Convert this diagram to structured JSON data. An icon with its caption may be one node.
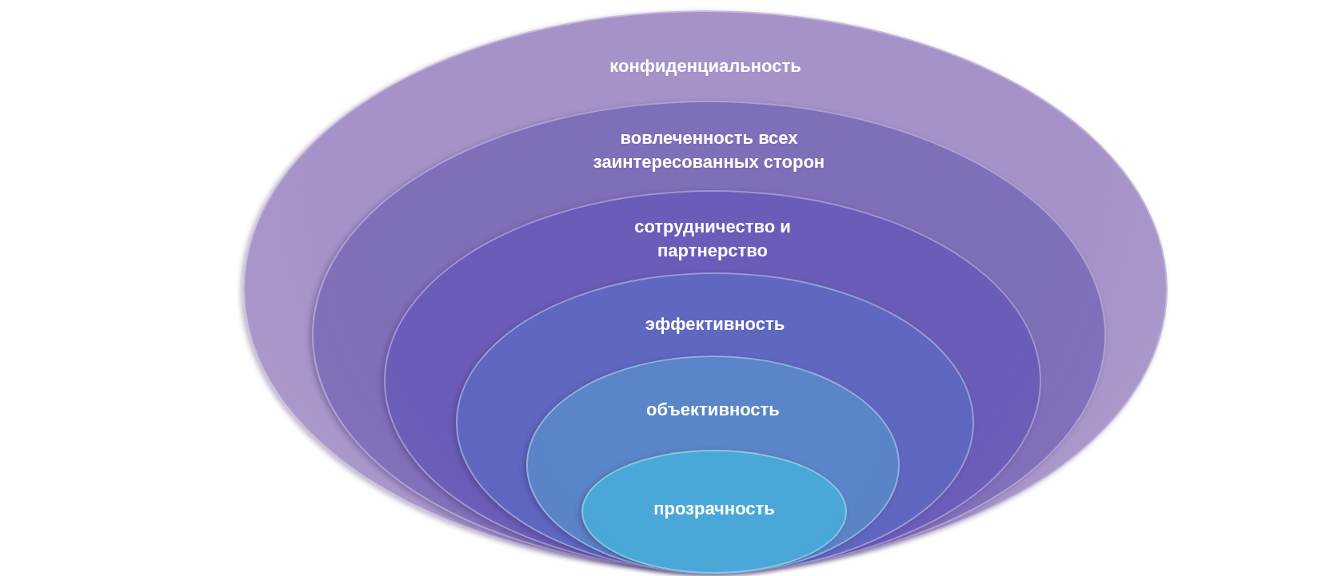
{
  "diagram": {
    "nodes": [
      {
        "text": [
          "конфиденциальность"
        ]
      },
      {
        "text": [
          "вовлеченность всех заинтересованных сторон"
        ],
        "in": 0
      },
      {
        "text": [
          "сотрудничество и партнерство"
        ],
        "in": 1
      },
      {
        "text": [
          "эффективность"
        ],
        "in": 2
      },
      {
        "text": [
          "объективность"
        ],
        "in": 3
      },
      {
        "text": [
          "прозрачность"
        ],
        "in": 4
      }
    ]
  }
}
